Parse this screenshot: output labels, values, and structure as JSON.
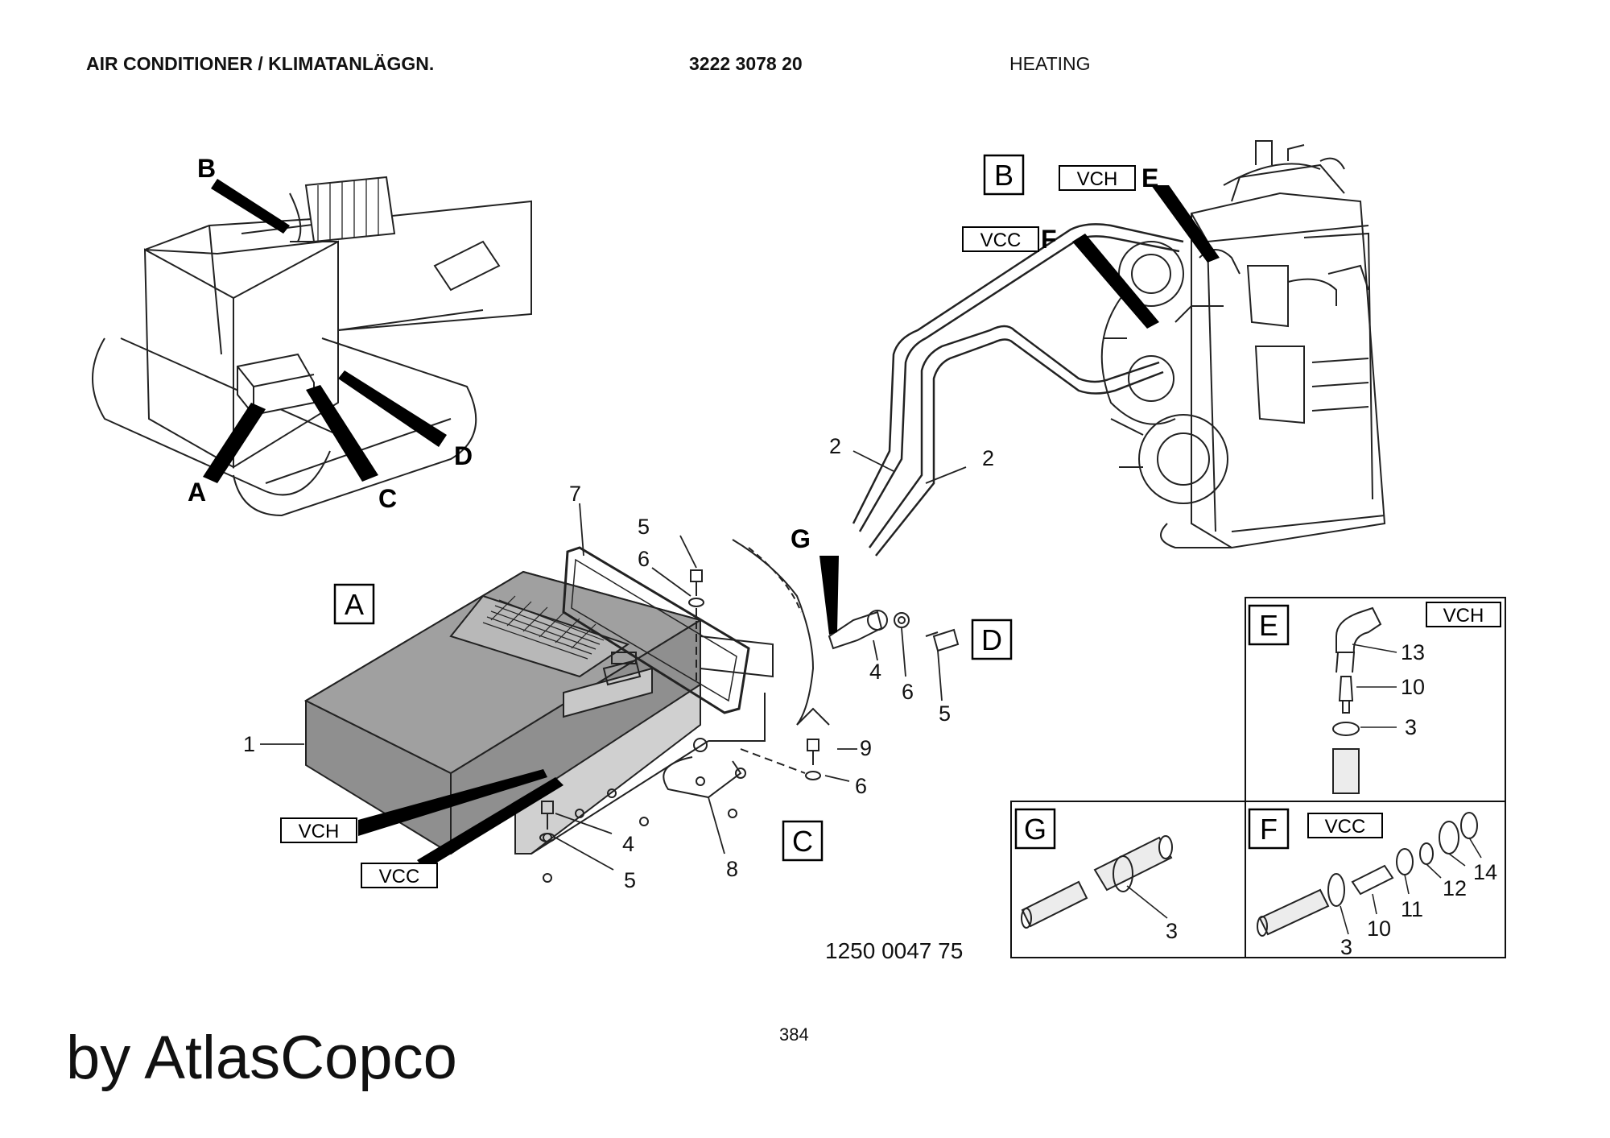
{
  "header": {
    "title": "AIR CONDITIONER / KLIMATANLÄGGN.",
    "part_number": "3222 3078 20",
    "section": "HEATING"
  },
  "view_letters": {
    "A": "A",
    "B": "B",
    "C": "C",
    "D": "D",
    "E": "E",
    "F": "F",
    "G": "G"
  },
  "tags": {
    "vch": "VCH",
    "vcc": "VCC"
  },
  "callouts": {
    "n1": "1",
    "n2": "2",
    "n3": "3",
    "n4": "4",
    "n5": "5",
    "n6": "6",
    "n7": "7",
    "n8": "8",
    "n9": "9",
    "n10": "10",
    "n11": "11",
    "n12": "12",
    "n13": "13",
    "n14": "14"
  },
  "drawing_number": "1250 0047 75",
  "page_number": "384",
  "footer": "by AtlasCopco"
}
